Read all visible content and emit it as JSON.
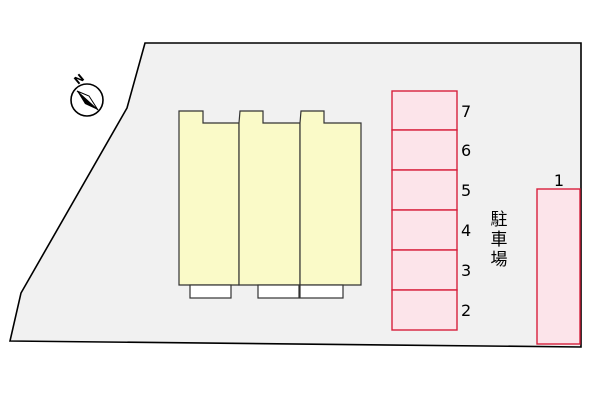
{
  "compass": {
    "label": "N",
    "icon": "north-arrow-icon"
  },
  "parking": {
    "label_chars": [
      "駐",
      "車",
      "場"
    ],
    "spaces": [
      "7",
      "6",
      "5",
      "4",
      "3",
      "2"
    ],
    "separate_space": "1"
  },
  "colors": {
    "lot_fill": "#f1f1f1",
    "lot_outline": "#000000",
    "building_fill": "#fafac8",
    "building_outline": "#333333",
    "parking_fill": "#fce4ea",
    "parking_outline": "#d81f3c"
  }
}
